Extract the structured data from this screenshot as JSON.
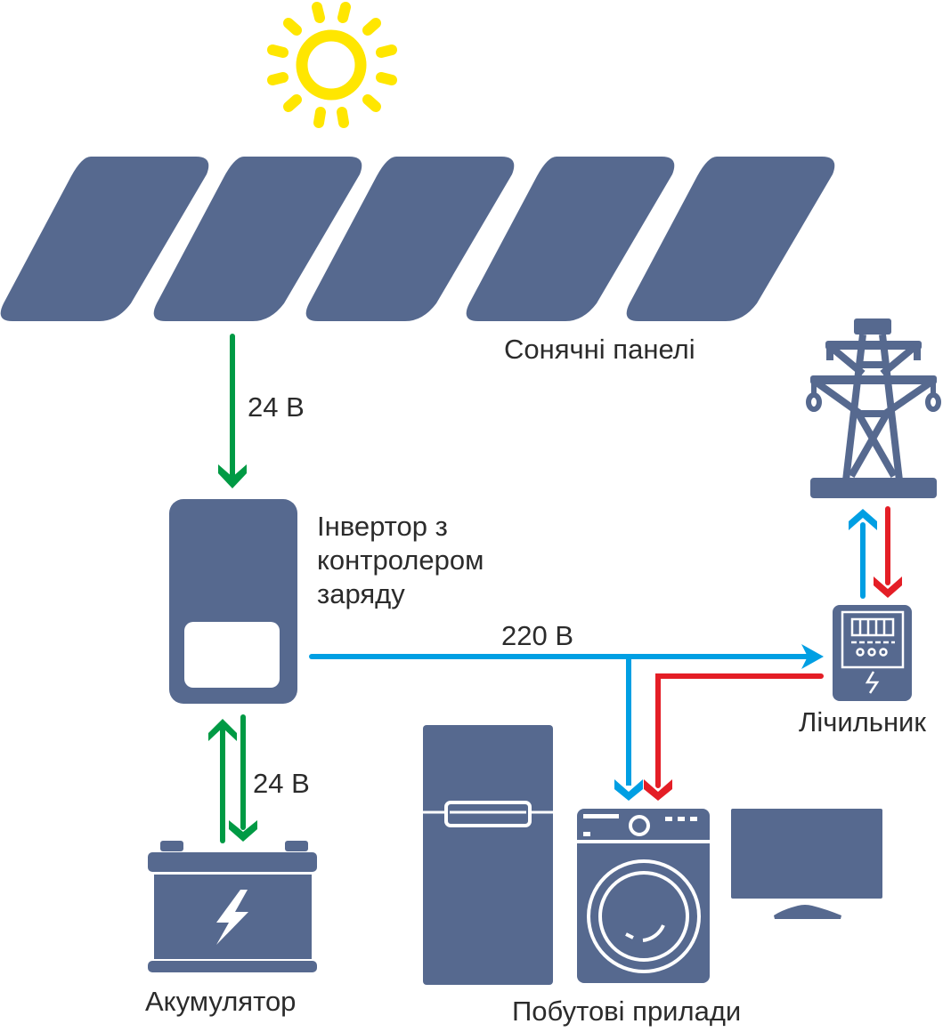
{
  "diagram": {
    "title": "Solar power system with grid connection",
    "colors": {
      "device": "#56698f",
      "sun": "#ffe600",
      "dc_flow": "#009a44",
      "ac_flow": "#009fe3",
      "grid_return": "#e41e26",
      "text": "#2b2b2b",
      "background": "#ffffff"
    },
    "labels": {
      "solar_panels": "Сонячні панелі",
      "panel_to_inverter_voltage": "24 В",
      "inverter": "Інвертор з\nконтролером\nзаряду",
      "ac_voltage": "220 В",
      "meter": "Лічильник",
      "battery_voltage": "24 В",
      "battery": "Акумулятор",
      "appliances": "Побутові прилади"
    },
    "nodes": [
      {
        "id": "sun",
        "icon": "sun-icon"
      },
      {
        "id": "solar_panels",
        "icon": "solar-panel-icon",
        "count": 5
      },
      {
        "id": "inverter",
        "icon": "inverter-icon"
      },
      {
        "id": "battery",
        "icon": "battery-icon"
      },
      {
        "id": "meter",
        "icon": "electric-meter-icon"
      },
      {
        "id": "grid",
        "icon": "power-tower-icon"
      },
      {
        "id": "fridge",
        "icon": "refrigerator-icon"
      },
      {
        "id": "washer",
        "icon": "washing-machine-icon"
      },
      {
        "id": "tv",
        "icon": "tv-icon"
      }
    ],
    "edges": [
      {
        "from": "solar_panels",
        "to": "inverter",
        "type": "dc",
        "label": "24 В"
      },
      {
        "from": "inverter",
        "to": "battery",
        "type": "dc",
        "label": "24 В",
        "bidirectional": true
      },
      {
        "from": "inverter",
        "to": "meter",
        "type": "ac",
        "label": "220 В"
      },
      {
        "from": "inverter",
        "to": "washer",
        "type": "ac"
      },
      {
        "from": "meter",
        "to": "washer",
        "type": "grid"
      },
      {
        "from": "meter",
        "to": "grid",
        "type": "ac"
      },
      {
        "from": "grid",
        "to": "meter",
        "type": "grid"
      }
    ]
  }
}
